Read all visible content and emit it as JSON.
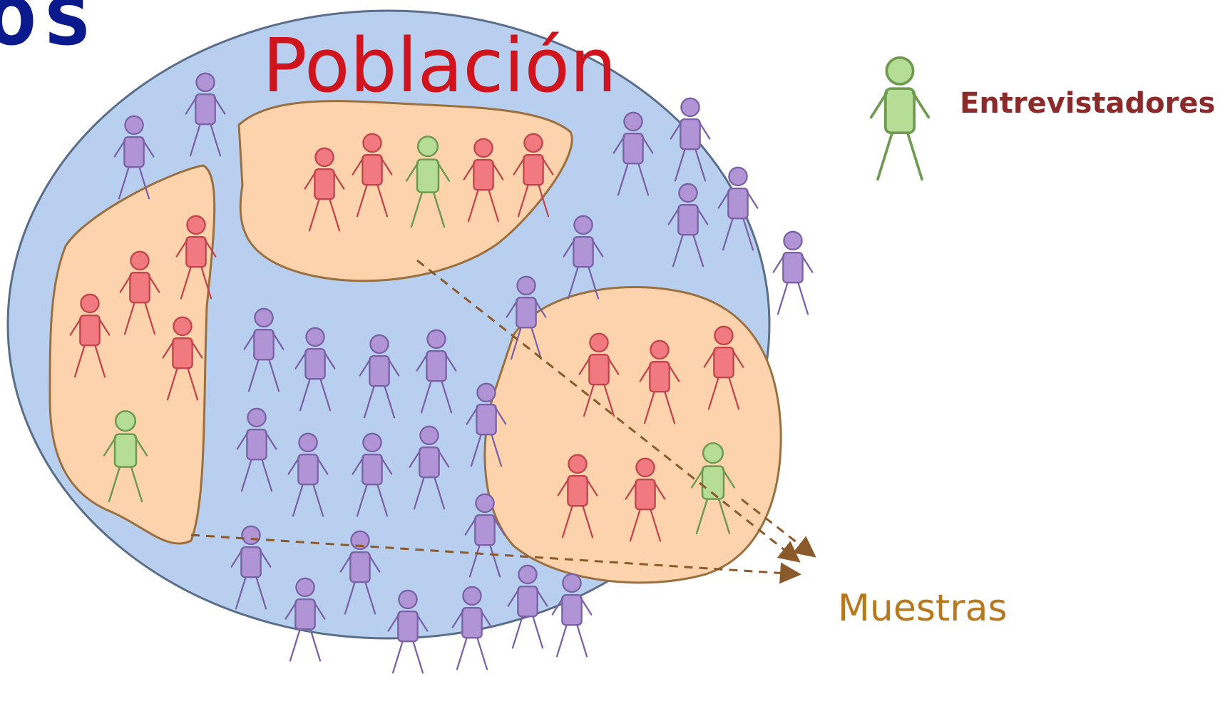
{
  "corner_fragment": "os",
  "title": "Población",
  "legend": {
    "label": "Entrevistadores",
    "icon": "interviewer-figure-icon"
  },
  "samples_label": "Muestras",
  "colors": {
    "population_fill": "#b9cff0",
    "population_stroke": "#5a6e8a",
    "sample_fill": "#fdd3ae",
    "sample_stroke": "#9a7040",
    "person_general": "#b194d6",
    "person_sample": "#f07a80",
    "person_interviewer": "#b6dd96",
    "arrow": "#8a5a2a",
    "title": "#d0141e",
    "legend_text": "#8a2a2a",
    "samples_text": "#b8781e"
  }
}
